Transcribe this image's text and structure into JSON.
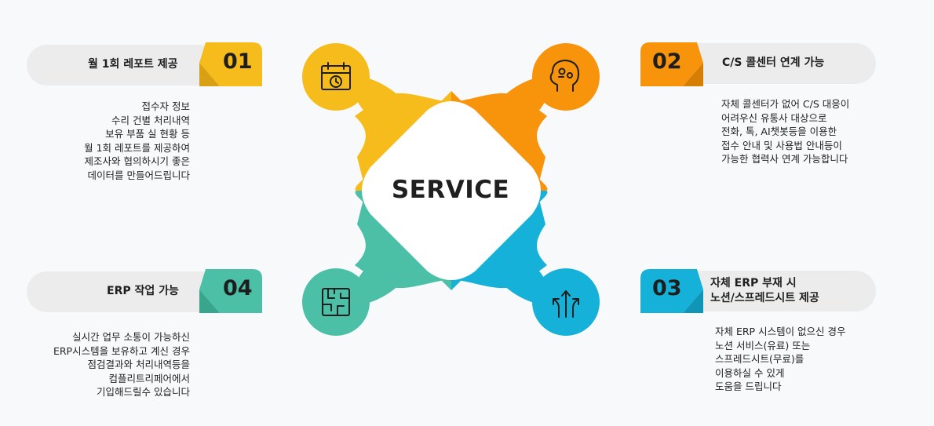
{
  "center": {
    "title": "SERVICE"
  },
  "colors": {
    "yellow": "#f6bc1b",
    "orange": "#f7940c",
    "teal": "#4cc0a6",
    "blue": "#16b1d8",
    "pill_bg": "#ececec"
  },
  "items": [
    {
      "number": "01",
      "title": "월 1회 레포트 제공",
      "icon": "calendar-clock-icon",
      "lines": [
        "접수자 정보",
        "수리 건별 처리내역",
        "보유 부품 실 현황 등",
        "월 1회 레포트를 제공하여",
        "제조사와 협의하시기 좋은",
        "데이터를 만들어드립니다"
      ]
    },
    {
      "number": "02",
      "title": "C/S 콜센터 연계 가능",
      "icon": "head-gears-icon",
      "lines": [
        "자체 콜센터가 없어 C/S 대응이",
        "어려우신 유통사 대상으로",
        "전화, 톡, AI챗봇등을 이용한",
        "접수 안내 및 사용법 안내등이",
        "가능한 협력사 연계 가능합니다"
      ]
    },
    {
      "number": "03",
      "title_lines": [
        "자체 ERP 부재 시",
        "노션/스프레드시트 제공"
      ],
      "icon": "split-arrows-icon",
      "lines": [
        "자체 ERP 시스템이 없으신 경우",
        "노션 서비스(유료) 또는",
        "스프레드시트(무료)를",
        "이용하실 수 있게",
        "도움을 드립니다"
      ]
    },
    {
      "number": "04",
      "title": "ERP 작업 가능",
      "icon": "maze-icon",
      "lines": [
        "실시간 업무 소통이 가능하신",
        "ERP시스템을 보유하고 계신 경우",
        "점검결과와 처리내역등을 ",
        "컴플리트리페어에서",
        "기입해드릴수 있습니다"
      ]
    }
  ]
}
